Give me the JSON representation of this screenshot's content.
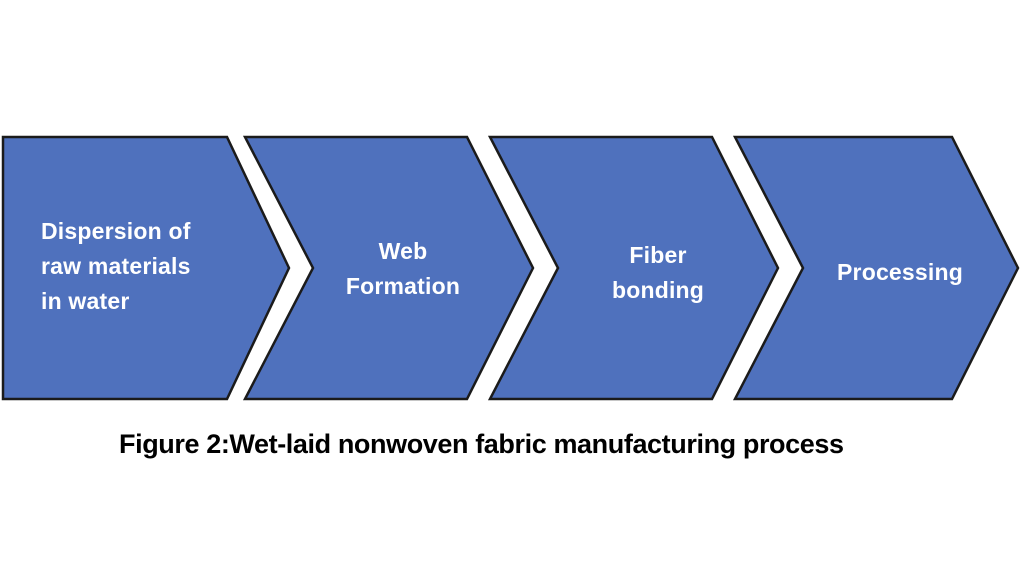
{
  "figure": {
    "caption": "Figure 2:Wet-laid nonwoven fabric manufacturing process",
    "steps": [
      {
        "id": "dispersion",
        "label": "Dispersion of raw materials in water",
        "lines": [
          "Dispersion of",
          "raw materials",
          "in water"
        ]
      },
      {
        "id": "web-formation",
        "label": "Web Formation",
        "lines": [
          "Web",
          "Formation"
        ]
      },
      {
        "id": "fiber-bonding",
        "label": "Fiber bonding",
        "lines": [
          "Fiber",
          "bonding"
        ]
      },
      {
        "id": "processing",
        "label": "Processing",
        "lines": [
          "Processing"
        ]
      }
    ],
    "colors": {
      "chevron_fill": "#4F71BD",
      "chevron_outline": "#1B1B1B",
      "step_text": "#FFFFFF",
      "caption_text": "#000000",
      "background": "#FFFFFF"
    }
  }
}
